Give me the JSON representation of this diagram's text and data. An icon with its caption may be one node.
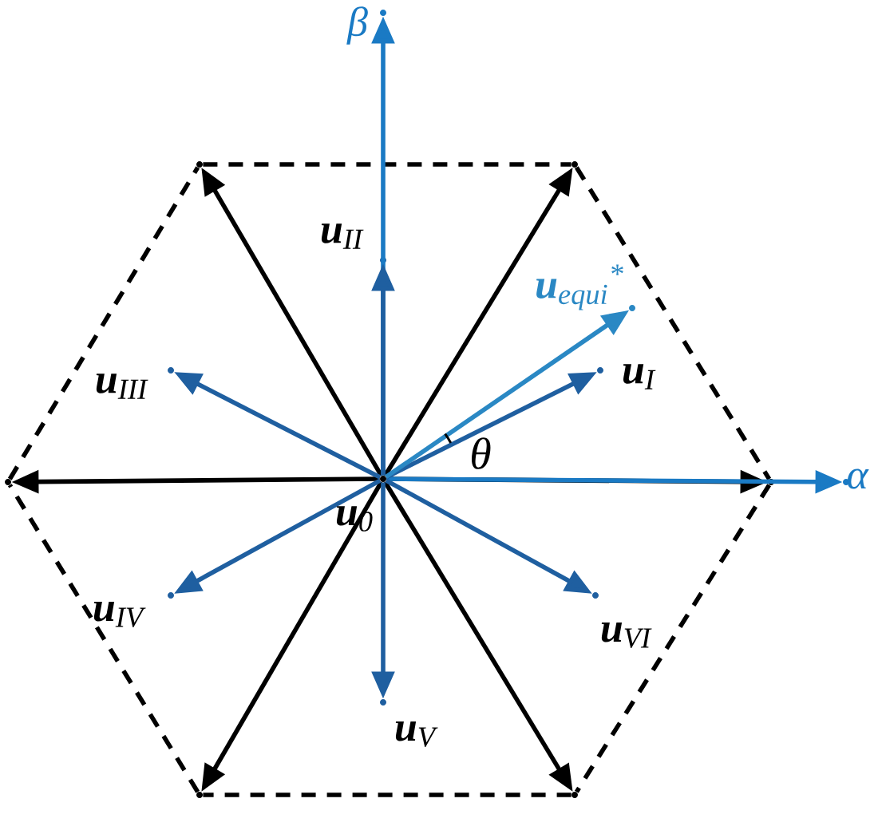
{
  "diagram": {
    "nodes": [
      {
        "text": [],
        "shape": "point",
        "beside": [
          "**u**$_{0}$"
        ]
      },
      {
        "text": [],
        "shape": "point"
      },
      {
        "text": [],
        "shape": "point"
      },
      {
        "text": [],
        "shape": "point"
      },
      {
        "text": [],
        "shape": "point"
      },
      {
        "text": [],
        "shape": "point"
      },
      {
        "text": [],
        "shape": "point"
      },
      {
        "text": [],
        "shape": "point",
        "beside": [
          "β"
        ]
      },
      {
        "text": [],
        "shape": "point",
        "beside": [
          "**u**$_{II}$"
        ]
      },
      {
        "text": [],
        "shape": "point",
        "beside": [
          "**u**$_{equi}$$^{*}$"
        ]
      },
      {
        "text": [],
        "shape": "point",
        "beside": [
          "**u**$_{III}$"
        ]
      },
      {
        "text": [],
        "shape": "point",
        "beside": [
          "**u**$_{I}$"
        ]
      },
      {
        "text": [],
        "shape": "point",
        "beside": [
          "α"
        ]
      },
      {
        "text": [],
        "shape": "point",
        "beside": [
          "**u**$_{IV}$"
        ]
      },
      {
        "text": [],
        "shape": "point",
        "beside": [
          "**u**$_{VI}$"
        ]
      },
      {
        "text": [],
        "shape": "point",
        "beside": [
          "**u**$_{V}$"
        ]
      }
    ],
    "edges": [
      {
        "from": 1,
        "to": 2,
        "arrow": "none",
        "style": "dashed"
      },
      {
        "from": 2,
        "to": 4,
        "arrow": "none",
        "style": "dashed"
      },
      {
        "from": 4,
        "to": 6,
        "arrow": "none",
        "style": "dashed"
      },
      {
        "from": 6,
        "to": 5,
        "arrow": "none",
        "style": "dashed"
      },
      {
        "from": 5,
        "to": 3,
        "arrow": "none",
        "style": "dashed"
      },
      {
        "from": 3,
        "to": 1,
        "arrow": "none",
        "style": "dashed"
      },
      {
        "from": 0,
        "to": 1,
        "arrow": "to"
      },
      {
        "from": 0,
        "to": 2,
        "arrow": "to"
      },
      {
        "from": 0,
        "to": 3,
        "arrow": "to"
      },
      {
        "from": 0,
        "to": 4,
        "arrow": "to"
      },
      {
        "from": 0,
        "to": 5,
        "arrow": "to"
      },
      {
        "from": 0,
        "to": 6,
        "arrow": "to"
      },
      {
        "from": 0,
        "to": 7,
        "arrow": "to",
        "color": "#1a7ac4"
      },
      {
        "from": 0,
        "to": 12,
        "arrow": "to",
        "color": "#1a7ac4"
      },
      {
        "from": 0,
        "to": 8,
        "arrow": "to",
        "color": "#1f5fa0"
      },
      {
        "from": 0,
        "to": 10,
        "arrow": "to",
        "color": "#1f5fa0"
      },
      {
        "from": 0,
        "to": 11,
        "arrow": "to",
        "color": "#1f5fa0"
      },
      {
        "from": 0,
        "to": 13,
        "arrow": "to",
        "color": "#1f5fa0"
      },
      {
        "from": 0,
        "to": 14,
        "arrow": "to",
        "color": "#1f5fa0"
      },
      {
        "from": 0,
        "to": 15,
        "arrow": "to",
        "color": "#1f5fa0"
      },
      {
        "from": 0,
        "to": 9,
        "arrow": "to",
        "color": "#2a88c4"
      }
    ],
    "labels": [
      "θ"
    ]
  }
}
